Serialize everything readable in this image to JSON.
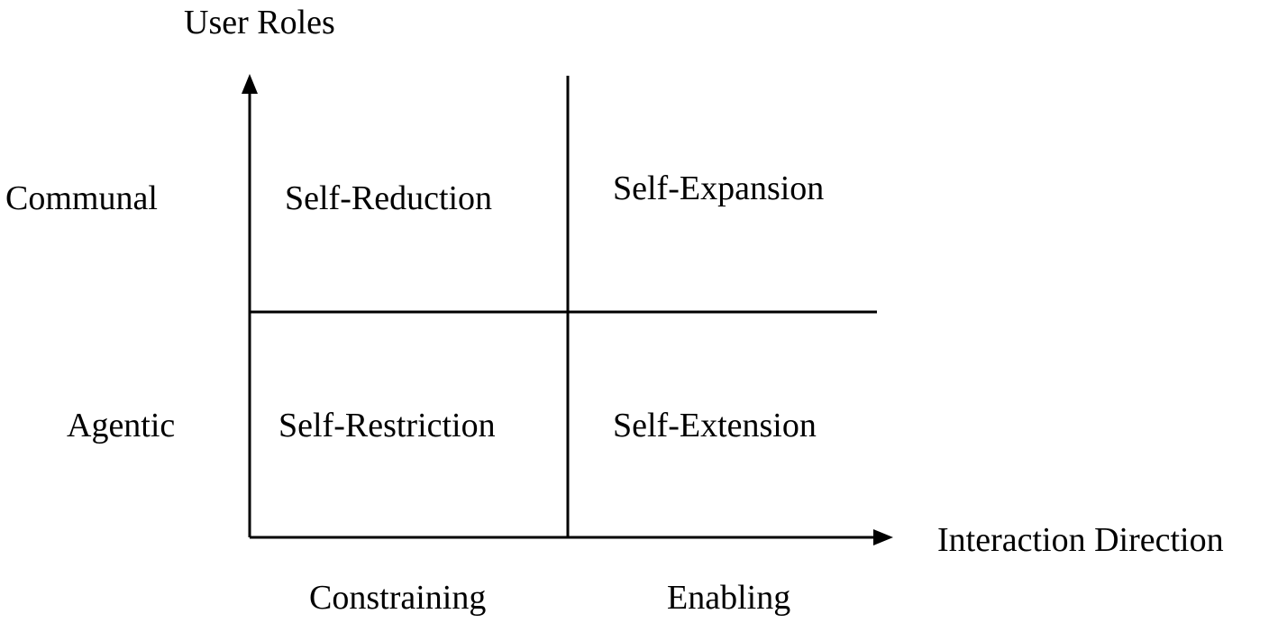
{
  "axes": {
    "y_title": "User Roles",
    "x_title": "Interaction Direction",
    "y_levels": {
      "top": "Communal",
      "bottom": "Agentic"
    },
    "x_levels": {
      "left": "Constraining",
      "right": "Enabling"
    }
  },
  "quadrants": {
    "top_left": "Self-Reduction",
    "top_right": "Self-Expansion",
    "bottom_left": "Self-Restriction",
    "bottom_right": "Self-Extension"
  },
  "colors": {
    "line": "#000000",
    "text": "#000000",
    "background": "#ffffff"
  }
}
